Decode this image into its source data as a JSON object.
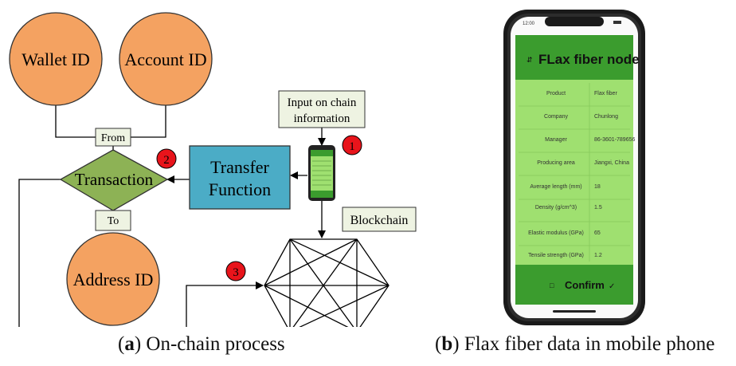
{
  "panel_a": {
    "nodes": {
      "wallet_id": "Wallet ID",
      "account_id": "Account ID",
      "address_id": "Address ID",
      "transaction": "Transaction",
      "from_label": "From",
      "to_label": "To",
      "transfer_line1": "Transfer",
      "transfer_line2": "Function",
      "input_line1": "Input on chain",
      "input_line2": "information",
      "blockchain": "Blockchain"
    },
    "markers": [
      "1",
      "2",
      "3"
    ],
    "caption_letter": "a",
    "caption_text": " On-chain process"
  },
  "panel_b": {
    "status_time": "12:00",
    "app_title": "FLax fiber node",
    "rows": [
      {
        "label": "Product",
        "value": "Flax fiber"
      },
      {
        "label": "Company",
        "value": "Chunlong"
      },
      {
        "label": "Manager",
        "value": "86-3601-789656"
      },
      {
        "label": "Producing area",
        "value": "Jiangxi, China"
      },
      {
        "label": "Average length (mm)",
        "value": "18"
      },
      {
        "label": "Density (g/cm^3)",
        "value": "1.5"
      },
      {
        "label": "Elastic modulus (GPa)",
        "value": "65"
      },
      {
        "label": "Tensile strength (GPa)",
        "value": "1.2"
      }
    ],
    "confirm_label": "Confirm",
    "caption_letter": "b",
    "caption_text": " Flax fiber data in mobile phone"
  },
  "colors": {
    "orange": "#F4A261",
    "diamond": "#8DB255",
    "transfer": "#4BACC6",
    "label_box": "#EEF3E2",
    "marker": "#E8141B",
    "app_header": "#3B9C2E",
    "app_body": "#9FE070"
  }
}
